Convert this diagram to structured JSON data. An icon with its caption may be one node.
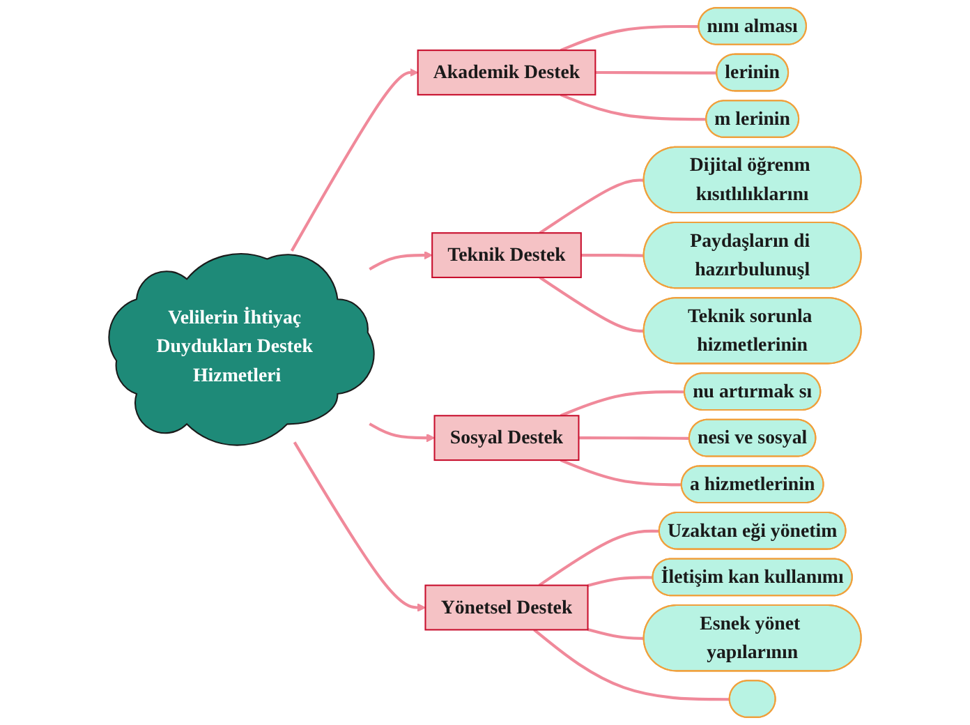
{
  "diagram": {
    "nodes": [
      {
        "text": [
          "Velilerin İhtiyaç Duydukları Destek Hizmetleri"
        ]
      },
      {
        "text": [
          "Akademik Destek"
        ]
      },
      {
        "text": [
          "nını alması"
        ]
      },
      {
        "text": [
          "lerinin"
        ]
      },
      {
        "text": [
          "m lerinin"
        ]
      },
      {
        "text": [
          "Teknik Destek"
        ]
      },
      {
        "text": [
          "Dijital öğrenm kısıtlılıklarını"
        ]
      },
      {
        "text": [
          "Paydaşların di hazırbulunuşl"
        ]
      },
      {
        "text": [
          "Teknik sorunla hizmetlerinin"
        ]
      },
      {
        "text": [
          "Sosyal Destek"
        ]
      },
      {
        "text": [
          "nu artırmak sı"
        ]
      },
      {
        "text": [
          "nesi ve sosyal"
        ]
      },
      {
        "text": [
          "a hizmetlerinin"
        ]
      },
      {
        "text": [
          "Yönetsel Destek"
        ]
      },
      {
        "text": [
          "Uzaktan eği yönetim"
        ]
      },
      {
        "text": [
          "İletişim kan kullanımı"
        ]
      },
      {
        "text": [
          "Esnek yönet yapılarının"
        ]
      },
      {
        "text": [],
        "shape": "box"
      }
    ],
    "edges": [
      {
        "from": 0,
        "to": 1,
        "arrow": "to"
      },
      {
        "from": 1,
        "to": 2,
        "arrow": "none"
      },
      {
        "from": 1,
        "to": 3,
        "arrow": "none"
      },
      {
        "from": 1,
        "to": 4,
        "arrow": "none"
      },
      {
        "from": 0,
        "to": 5,
        "arrow": "to"
      },
      {
        "from": 5,
        "to": 6,
        "arrow": "none"
      },
      {
        "from": 5,
        "to": 7,
        "arrow": "none"
      },
      {
        "from": 5,
        "to": 8,
        "arrow": "none"
      },
      {
        "from": 0,
        "to": 9,
        "arrow": "to"
      },
      {
        "from": 9,
        "to": 10,
        "arrow": "none"
      },
      {
        "from": 9,
        "to": 11,
        "arrow": "none"
      },
      {
        "from": 9,
        "to": 12,
        "arrow": "none"
      },
      {
        "from": 0,
        "to": 13,
        "arrow": "to"
      },
      {
        "from": 13,
        "to": 14,
        "arrow": "none"
      },
      {
        "from": 13,
        "to": 15,
        "arrow": "none"
      },
      {
        "from": 13,
        "to": 16,
        "arrow": "none"
      },
      {
        "from": 13,
        "to": 17,
        "arrow": "none"
      }
    ]
  }
}
